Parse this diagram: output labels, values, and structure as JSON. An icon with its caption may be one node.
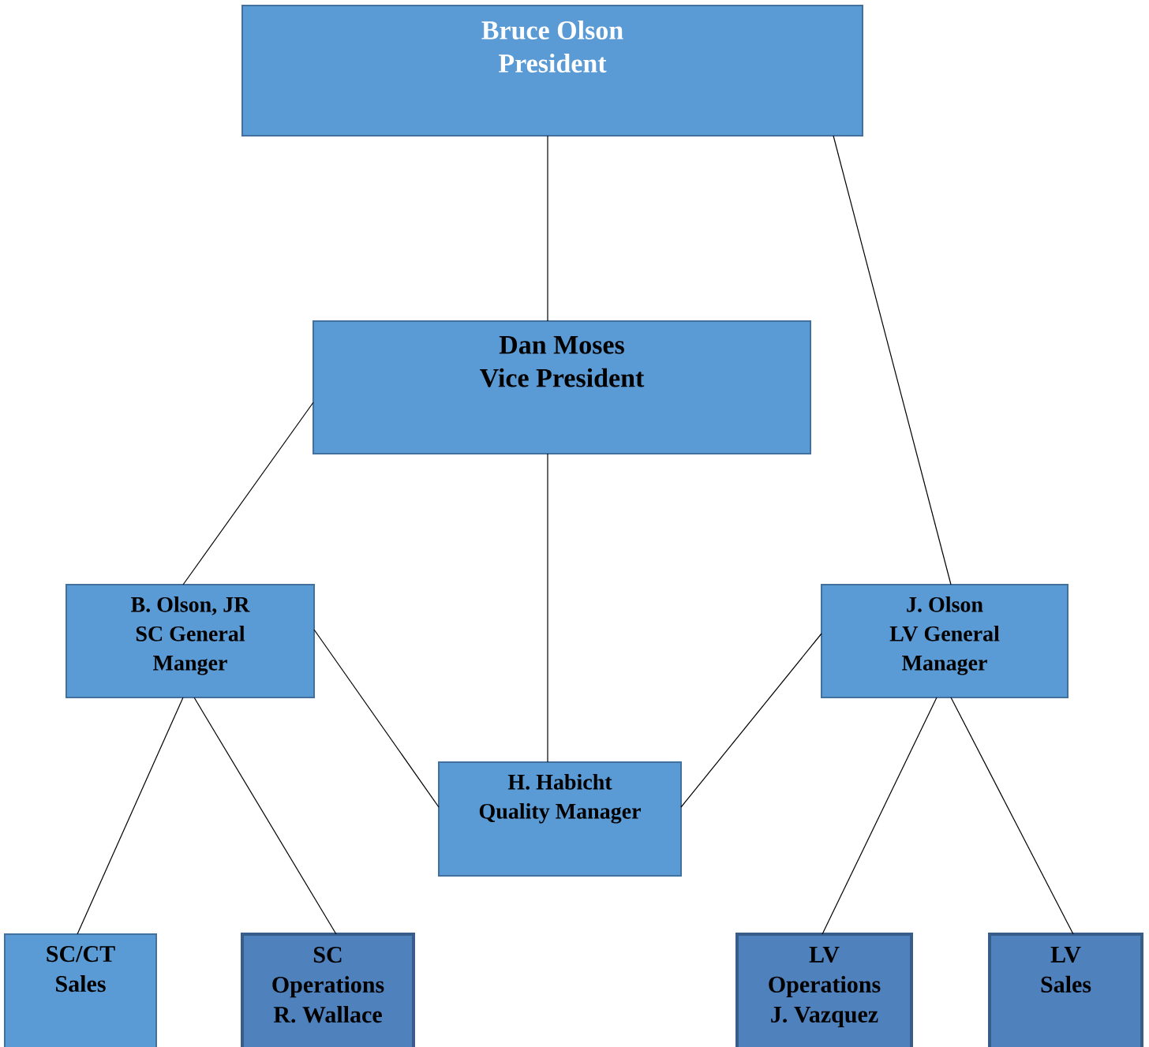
{
  "diagram": {
    "nodes": [
      {
        "text": [
          "Bruce Olson",
          "President"
        ]
      },
      {
        "text": [
          "Dan Moses",
          "Vice President"
        ]
      },
      {
        "text": [
          "B. Olson, JR",
          "SC General Manger"
        ]
      },
      {
        "text": [
          "J. Olson",
          "LV General Manager"
        ]
      },
      {
        "text": [
          "H. Habicht",
          "Quality Manager"
        ]
      },
      {
        "text": [
          "SC/CT Sales"
        ]
      },
      {
        "text": [
          "SC Operations",
          "R. Wallace"
        ]
      },
      {
        "text": [
          "LV Operations",
          "J. Vazquez"
        ]
      },
      {
        "text": [
          "LV Sales"
        ]
      }
    ],
    "edges": [
      {
        "from": 0,
        "to": 1,
        "arrow": "none"
      },
      {
        "from": 0,
        "to": 3,
        "arrow": "none"
      },
      {
        "from": 1,
        "to": 2,
        "arrow": "none"
      },
      {
        "from": 1,
        "to": 4,
        "arrow": "none"
      },
      {
        "from": 2,
        "to": 4,
        "arrow": "none"
      },
      {
        "from": 3,
        "to": 4,
        "arrow": "none"
      },
      {
        "from": 2,
        "to": 5,
        "arrow": "none"
      },
      {
        "from": 2,
        "to": 6,
        "arrow": "none"
      },
      {
        "from": 3,
        "to": 7,
        "arrow": "none"
      },
      {
        "from": 3,
        "to": 8,
        "arrow": "none"
      }
    ]
  }
}
